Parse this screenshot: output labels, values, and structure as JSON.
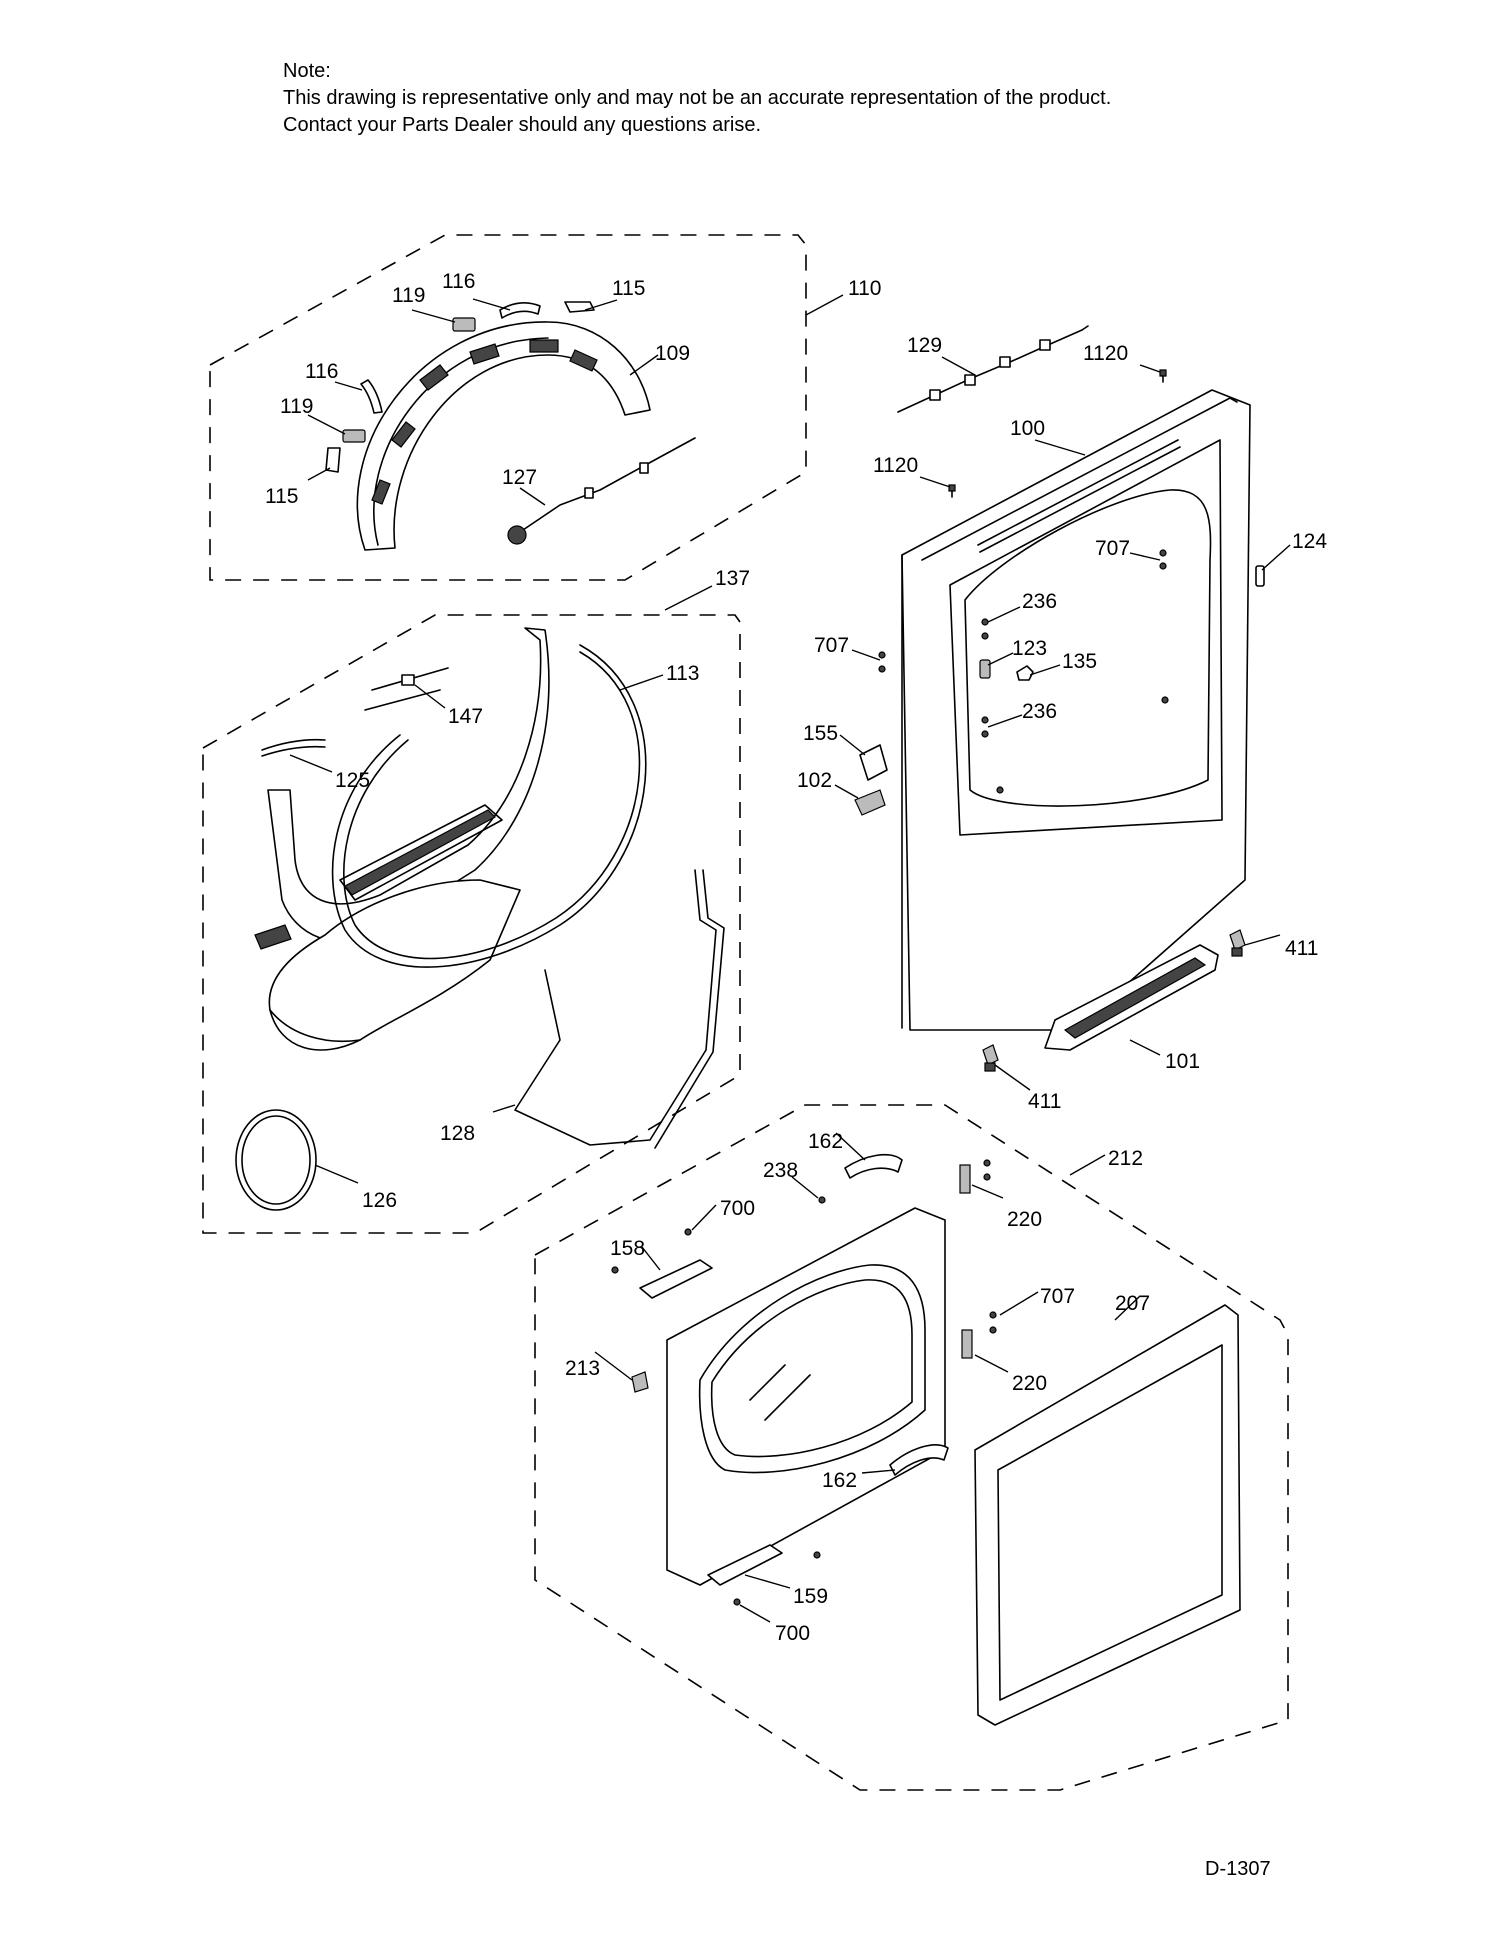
{
  "note": {
    "heading": "Note:",
    "line1": "This drawing is representative only and may not be an accurate representation of the product.",
    "line2": "Contact your Parts Dealer should any questions arise."
  },
  "drawing_id": "D-1307",
  "callouts": {
    "c110": "110",
    "c116a": "116",
    "c119a": "119",
    "c115a": "115",
    "c109": "109",
    "c116b": "116",
    "c119b": "119",
    "c115b": "115",
    "c127": "127",
    "c129": "129",
    "c1120a": "1120",
    "c100": "100",
    "c1120b": "1120",
    "c124": "124",
    "c707a": "707",
    "c236a": "236",
    "c707b": "707",
    "c123": "123",
    "c135": "135",
    "c236b": "236",
    "c155": "155",
    "c102": "102",
    "c411a": "411",
    "c101": "101",
    "c411b": "411",
    "c137": "137",
    "c113": "113",
    "c147": "147",
    "c125": "125",
    "c128": "128",
    "c126": "126",
    "c162a": "162",
    "c238": "238",
    "c212": "212",
    "c700a": "700",
    "c220a": "220",
    "c158": "158",
    "c707c": "707",
    "c207": "207",
    "c213": "213",
    "c220b": "220",
    "c162b": "162",
    "c159": "159",
    "c700b": "700"
  }
}
